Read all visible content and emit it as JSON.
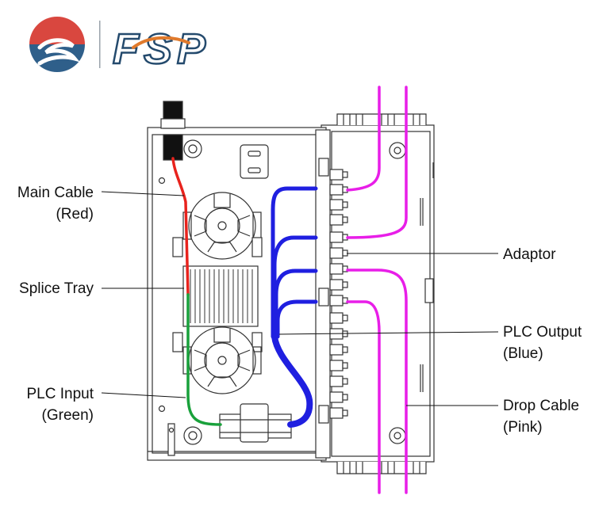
{
  "logo": {
    "text": "FSP",
    "colors": {
      "red": "#d9473f",
      "blue": "#2f5f8a",
      "orange": "#e07a2c",
      "navy": "#244a6d"
    }
  },
  "labels": {
    "main_cable": {
      "line1": "Main Cable",
      "line2": "(Red)"
    },
    "splice_tray": {
      "line1": "Splice Tray"
    },
    "plc_input": {
      "line1": "PLC Input",
      "line2": "(Green)"
    },
    "adaptor": {
      "line1": "Adaptor"
    },
    "plc_output": {
      "line1": "PLC Output",
      "line2": "(Blue)"
    },
    "drop_cable": {
      "line1": "Drop Cable",
      "line2": "(Pink)"
    }
  },
  "cable_colors": {
    "main_cable": "#e8231d",
    "plc_input": "#19a13b",
    "plc_output": "#1f1fe0",
    "drop_cable": "#e81ee8"
  }
}
